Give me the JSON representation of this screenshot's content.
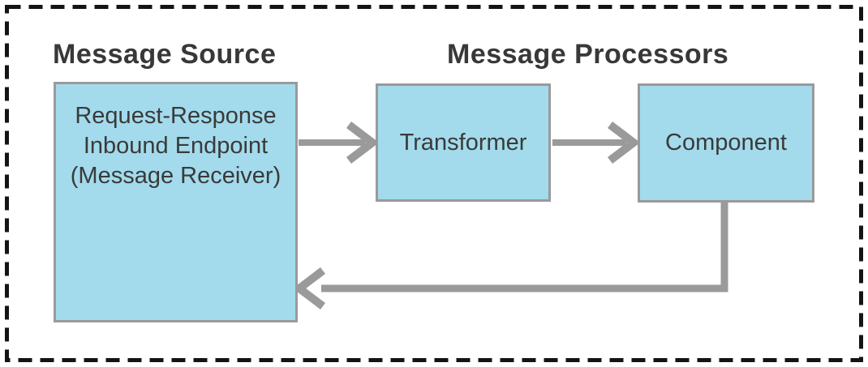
{
  "diagram": {
    "groups": {
      "source": {
        "label": "Message Source"
      },
      "processors": {
        "label": "Message Processors"
      }
    },
    "nodes": {
      "inbound_endpoint": {
        "lines": [
          "Request-Response",
          "Inbound Endpoint",
          "(Message Receiver)"
        ]
      },
      "transformer": {
        "label": "Transformer"
      },
      "component": {
        "label": "Component"
      }
    },
    "edges": [
      {
        "from": "inbound_endpoint",
        "to": "transformer",
        "direction": "right"
      },
      {
        "from": "transformer",
        "to": "component",
        "direction": "right"
      },
      {
        "from": "component",
        "to": "inbound_endpoint",
        "direction": "down-left-return"
      }
    ],
    "colors": {
      "node_fill": "#a3dbec",
      "node_border": "#9a9a9a",
      "arrow": "#9a9a9a",
      "heading_text": "#383838",
      "node_text": "#3a3a3a",
      "dashed_boundary": "#141414",
      "background": "#ffffff"
    }
  }
}
